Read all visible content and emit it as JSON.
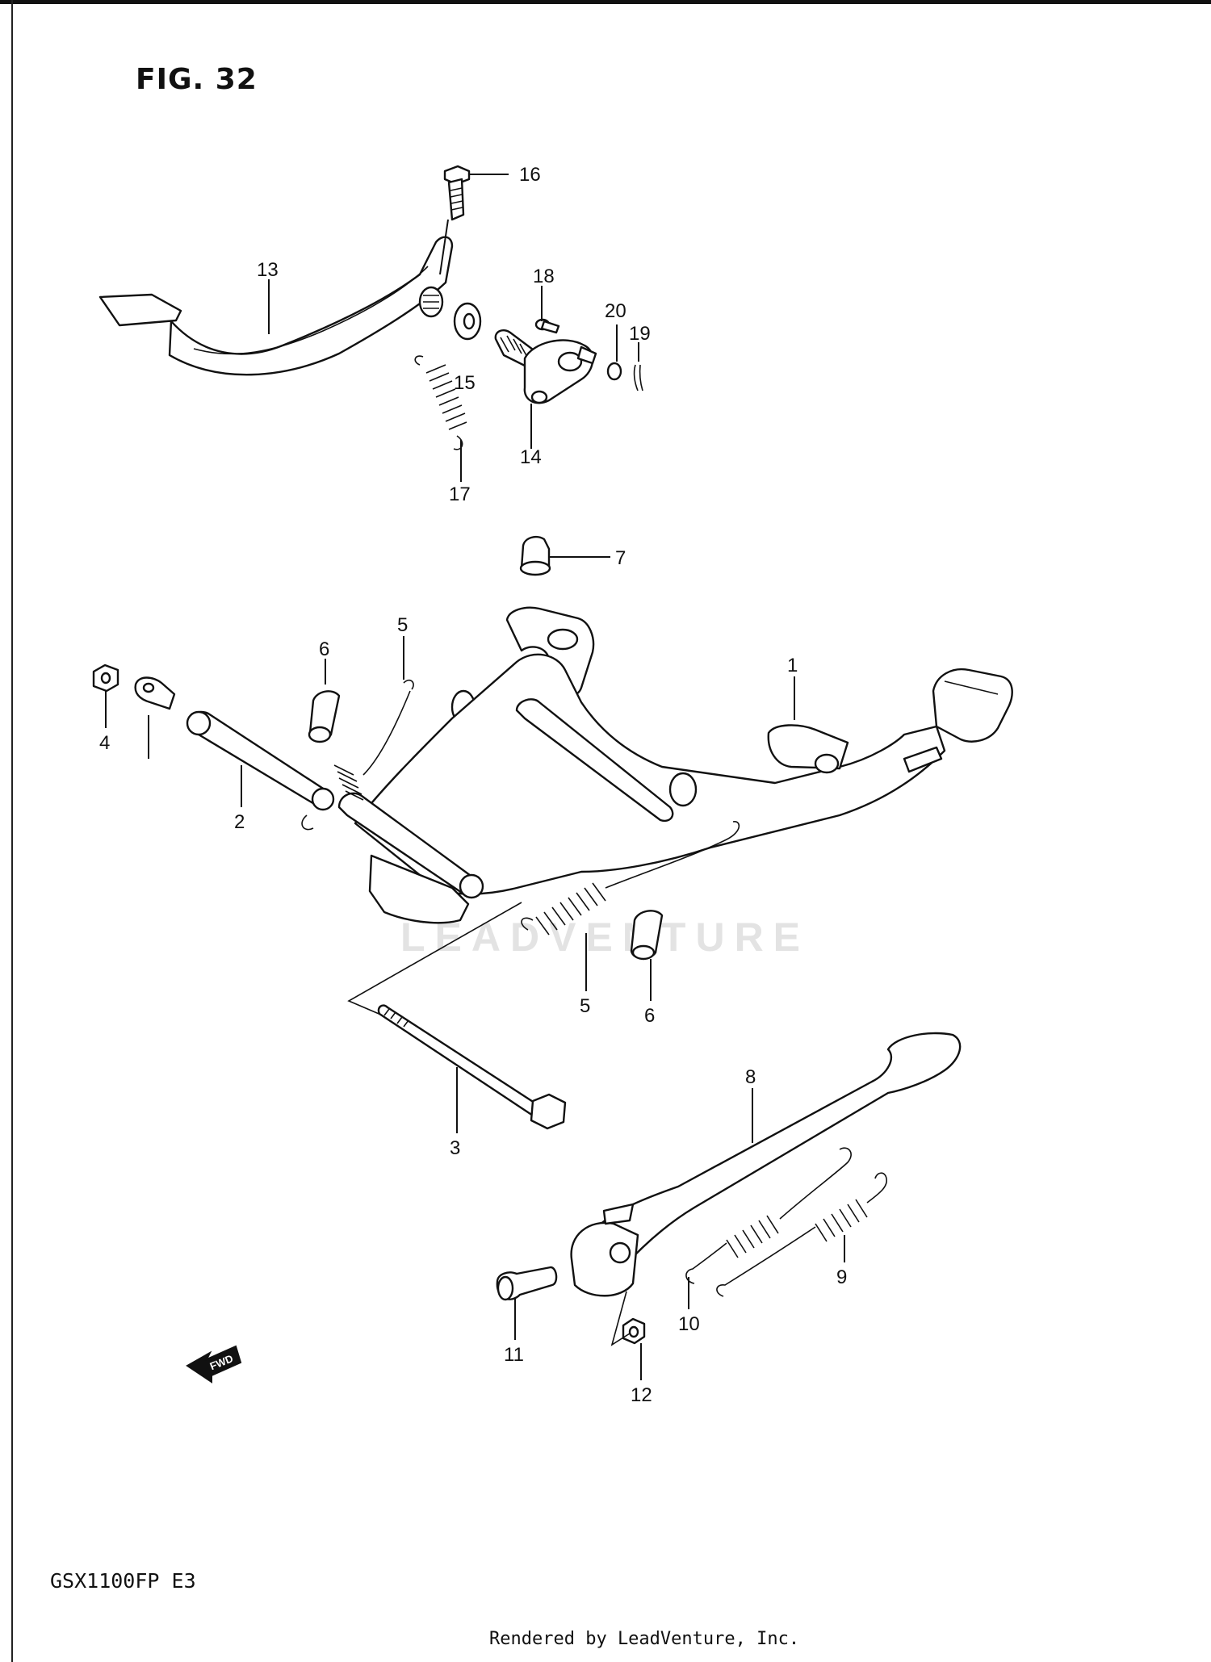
{
  "figure": {
    "title": "FIG. 32",
    "model": "GSX1100FP  E3",
    "credit": "Rendered by LeadVenture, Inc.",
    "watermark": "LEADVENTURE",
    "fwd_label": "FWD"
  },
  "callouts": [
    {
      "id": "c16",
      "text": "16"
    },
    {
      "id": "c13",
      "text": "13"
    },
    {
      "id": "c18",
      "text": "18"
    },
    {
      "id": "c20",
      "text": "20"
    },
    {
      "id": "c19",
      "text": "19"
    },
    {
      "id": "c15",
      "text": "15"
    },
    {
      "id": "c14",
      "text": "14"
    },
    {
      "id": "c17",
      "text": "17"
    },
    {
      "id": "c7",
      "text": "7"
    },
    {
      "id": "c5a",
      "text": "5"
    },
    {
      "id": "c6a",
      "text": "6"
    },
    {
      "id": "c1",
      "text": "1"
    },
    {
      "id": "c4",
      "text": "4"
    },
    {
      "id": "c2",
      "text": "2"
    },
    {
      "id": "c5b",
      "text": "5"
    },
    {
      "id": "c6b",
      "text": "6"
    },
    {
      "id": "c3",
      "text": "3"
    },
    {
      "id": "c8",
      "text": "8"
    },
    {
      "id": "c9",
      "text": "9"
    },
    {
      "id": "c10",
      "text": "10"
    },
    {
      "id": "c11",
      "text": "11"
    },
    {
      "id": "c12",
      "text": "12"
    }
  ]
}
